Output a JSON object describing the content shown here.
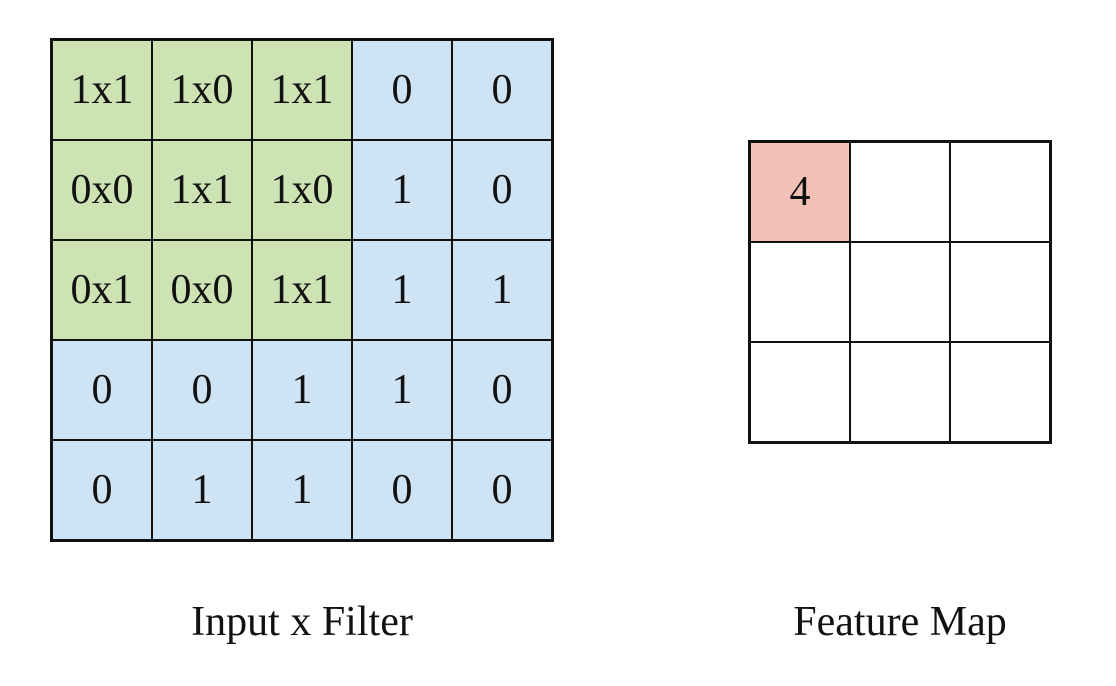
{
  "diagram": {
    "input_filter": {
      "label": "Input x Filter",
      "cells": [
        [
          "1x1",
          "1x0",
          "1x1",
          "0",
          "0"
        ],
        [
          "0x0",
          "1x1",
          "1x0",
          "1",
          "0"
        ],
        [
          "0x1",
          "0x0",
          "1x1",
          "1",
          "1"
        ],
        [
          "0",
          "0",
          "1",
          "1",
          "0"
        ],
        [
          "0",
          "1",
          "1",
          "0",
          "0"
        ]
      ]
    },
    "feature_map": {
      "label": "Feature Map",
      "cells": [
        [
          "4",
          "",
          ""
        ],
        [
          "",
          "",
          ""
        ],
        [
          "",
          "",
          ""
        ]
      ]
    },
    "colors": {
      "kernel_overlay": "#cde3b4",
      "input_cell": "#cee3f3",
      "feature_highlight": "#f2c0b6",
      "feature_cell": "#ffffff",
      "grid_line": "#111111",
      "text": "#111111",
      "background": "#ffffff"
    }
  }
}
